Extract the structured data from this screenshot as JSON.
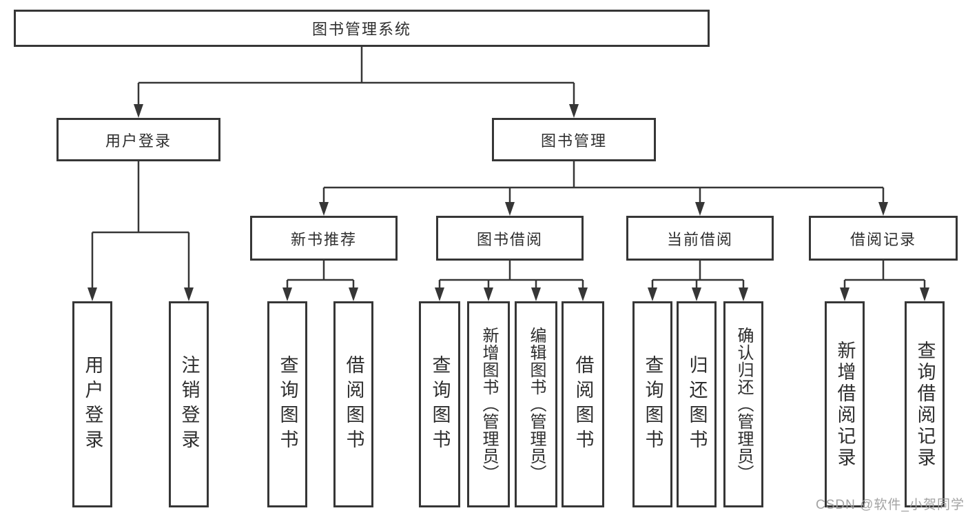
{
  "diagram_title": "图书管理系统",
  "watermark": "CSDN @软件_小贺同学",
  "colors": {
    "background": "#ffffff",
    "line": "#363636",
    "text": "#2e2e2e",
    "watermark": "#9e9e9e"
  },
  "tree": {
    "label": "图书管理系统",
    "children": [
      {
        "label": "用户登录",
        "children": [
          {
            "label": "用户登录"
          },
          {
            "label": "注销登录"
          }
        ]
      },
      {
        "label": "图书管理",
        "children": [
          {
            "label": "新书推荐",
            "children": [
              {
                "label": "查询图书"
              },
              {
                "label": "借阅图书"
              }
            ]
          },
          {
            "label": "图书借阅",
            "children": [
              {
                "label": "查询图书"
              },
              {
                "label": "新增图书（管理员）"
              },
              {
                "label": "编辑图书（管理员）"
              },
              {
                "label": "借阅图书"
              }
            ]
          },
          {
            "label": "当前借阅",
            "children": [
              {
                "label": "查询图书"
              },
              {
                "label": "归还图书"
              },
              {
                "label": "确认归还（管理员）"
              }
            ]
          },
          {
            "label": "借阅记录",
            "children": [
              {
                "label": "新增借阅记录"
              },
              {
                "label": "查询借阅记录"
              }
            ]
          }
        ]
      }
    ]
  }
}
